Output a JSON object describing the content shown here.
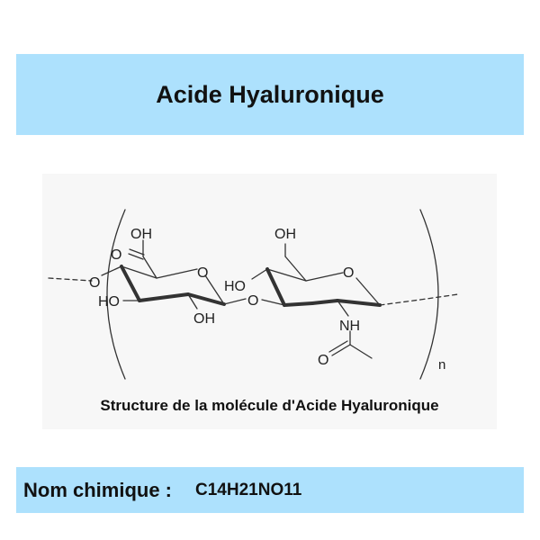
{
  "header": {
    "title": "Acide Hyaluronique",
    "background_color": "#ade1fd"
  },
  "figure": {
    "caption": "Structure de la molécule d'Acide Hyaluronique",
    "background_color": "#f7f7f7",
    "atom_labels": {
      "uronic_oh_top": "OH",
      "uronic_carbonyl_o": "O",
      "left_link_o": "O",
      "ring1_o": "O",
      "ring1_ho": "HO",
      "ring1_oh_bottom": "OH",
      "glycosidic_o": "O",
      "ring2_oh_top": "OH",
      "ring2_o": "O",
      "ring2_ho": "HO",
      "nh": "NH",
      "acetyl_o": "O",
      "repeat_subscript": "n"
    }
  },
  "chemical_name": {
    "label": "Nom chimique :",
    "value": "C14H21NO11"
  }
}
